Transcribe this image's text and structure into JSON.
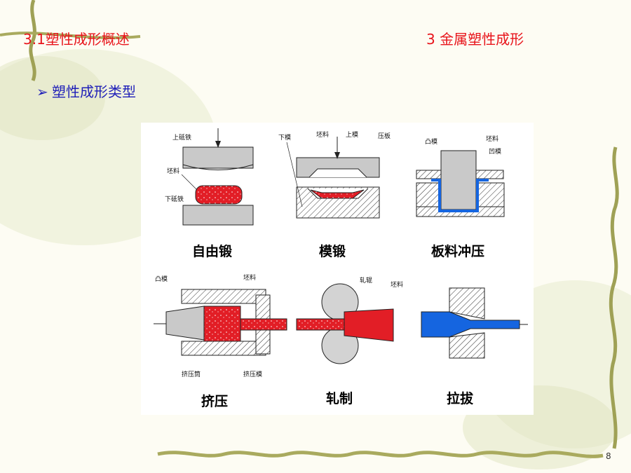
{
  "header": {
    "section_title": "3.1塑性成形概述",
    "chapter_title": "3  金属塑性成形"
  },
  "bullet": {
    "marker": "➢",
    "text": "塑性成形类型"
  },
  "figure": {
    "captions": [
      "自由锻",
      "模锻",
      "板料冲压",
      "挤压",
      "轧制",
      "拉拔"
    ],
    "free_forging": {
      "upper_anvil": "上砥铁",
      "blank": "坯料",
      "lower_anvil": "下砥铁"
    },
    "die_forging": {
      "lower_die": "下模",
      "blank": "坯料",
      "upper_die": "上模"
    },
    "stamping": {
      "press_plate": "压板",
      "punch": "凸模",
      "blank": "坯料",
      "die": "凹模"
    },
    "extrusion": {
      "punch": "凸模",
      "blank": "坯料",
      "container": "挤压筒",
      "die": "挤压模"
    },
    "rolling": {
      "roll": "轧辊",
      "blank": "坯料"
    }
  },
  "page_number": "8",
  "colors": {
    "heading": "#e8141b",
    "bullet": "#1f1fb8",
    "blank_red": "#e21e26",
    "blank_blue": "#1565e0"
  }
}
